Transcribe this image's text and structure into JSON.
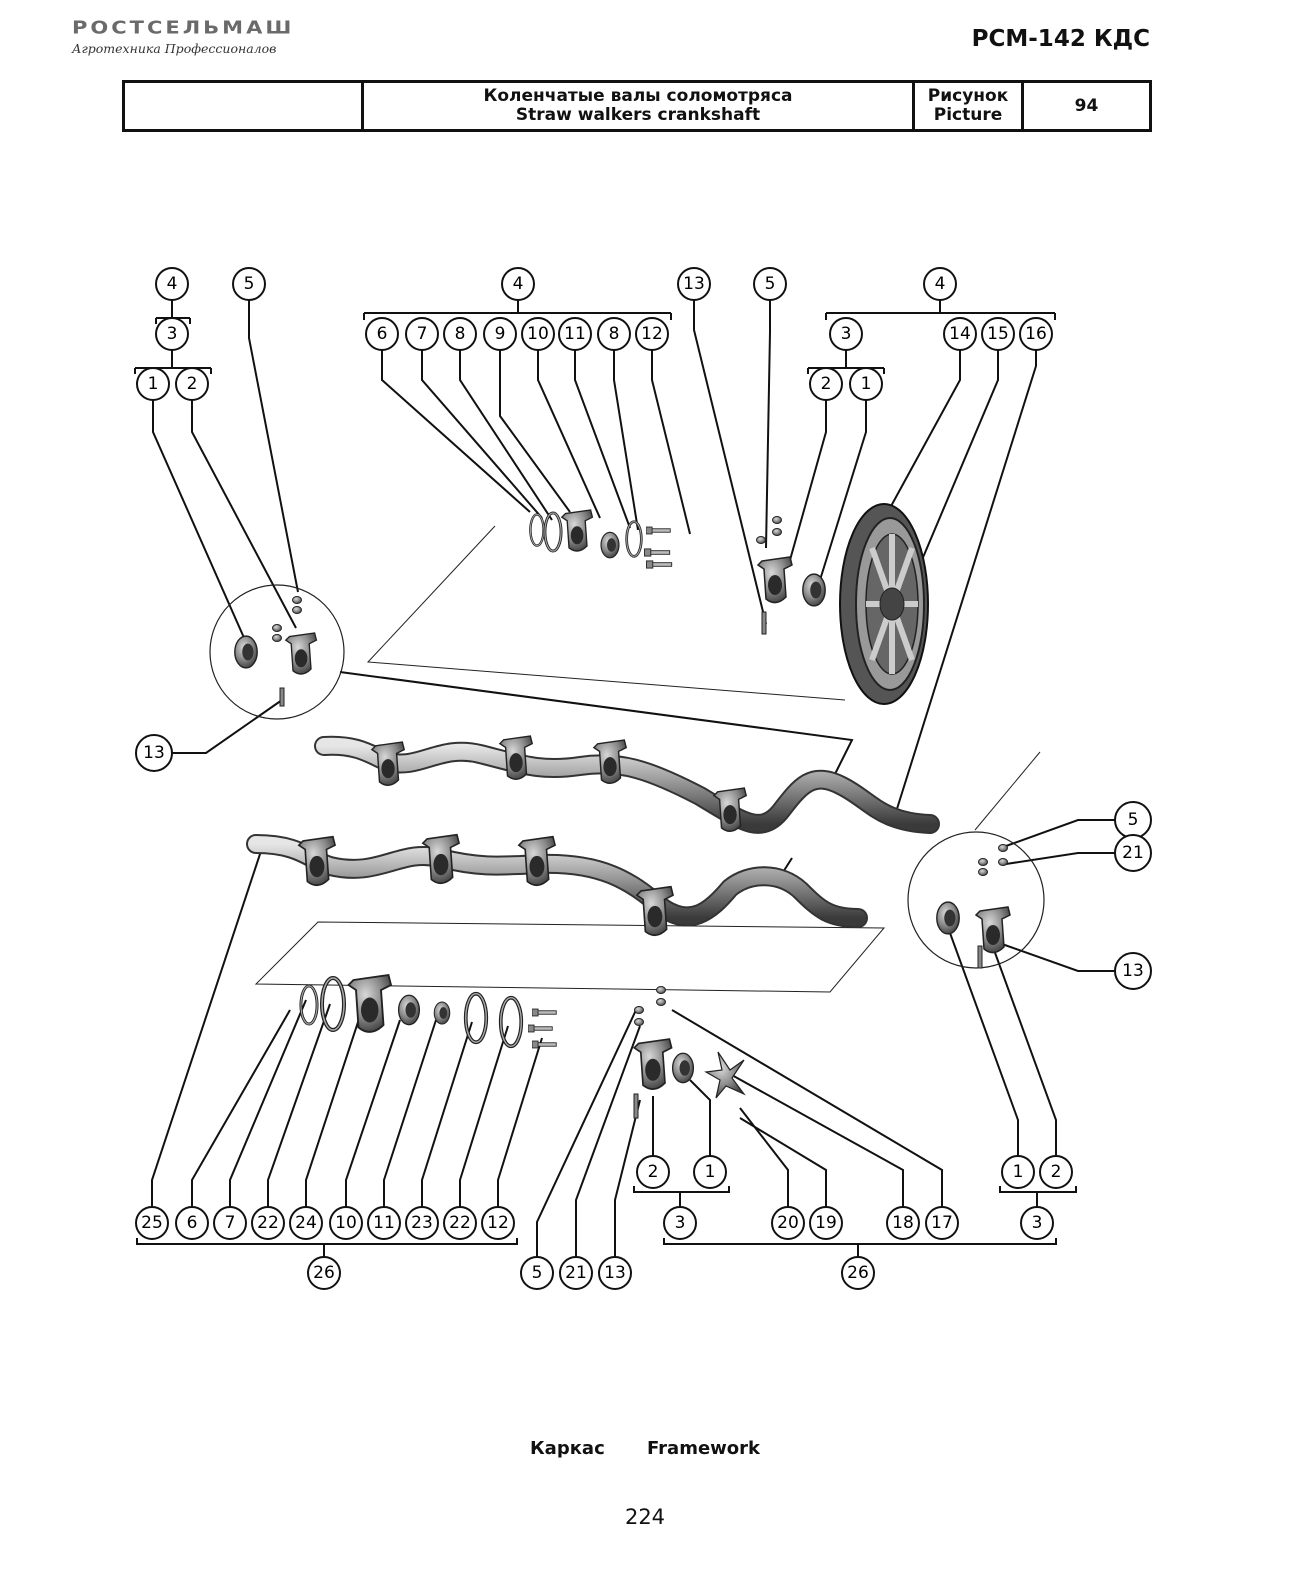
{
  "header": {
    "logo_main": "РОСТСЕЛЬМАШ",
    "logo_sub": "Агротехника Профессионалов",
    "model": "РСМ-142 КДС"
  },
  "title_block": {
    "empty_cell": "",
    "title_ru": "Коленчатые валы соломотряса",
    "title_en": "Straw walkers crankshaft",
    "picture_label_ru": "Рисунок",
    "picture_label_en": "Picture",
    "picture_number": "94"
  },
  "callouts": {
    "tl_4": "4",
    "tl_5": "5",
    "tl_3": "3",
    "tl_1": "1",
    "tl_2": "2",
    "tc_4": "4",
    "tc_6": "6",
    "tc_7": "7",
    "tc_8a": "8",
    "tc_9": "9",
    "tc_10": "10",
    "tc_11": "11",
    "tc_8b": "8",
    "tc_12": "12",
    "tc_13": "13",
    "tr_5": "5",
    "tr_4": "4",
    "tr_3": "3",
    "tr_14": "14",
    "tr_15": "15",
    "tr_16": "16",
    "tr_2": "2",
    "tr_1": "1",
    "l_13": "13",
    "r_5": "5",
    "r_21": "21",
    "r_13": "13",
    "b_25": "25",
    "b_6": "6",
    "b_7": "7",
    "b_22a": "22",
    "b_24": "24",
    "b_10": "10",
    "b_11": "11",
    "b_23": "23",
    "b_22b": "22",
    "b_12": "12",
    "b_26a": "26",
    "b_5": "5",
    "b_21": "21",
    "b_13": "13",
    "b_2a": "2",
    "b_1a": "1",
    "b_3a": "3",
    "b_20": "20",
    "b_19": "19",
    "b_18": "18",
    "b_17": "17",
    "b_26b": "26",
    "b_1b": "1",
    "b_2b": "2",
    "b_3b": "3"
  },
  "footer": {
    "caption_ru": "Каркас",
    "caption_en": "Framework",
    "page_number": "224"
  }
}
